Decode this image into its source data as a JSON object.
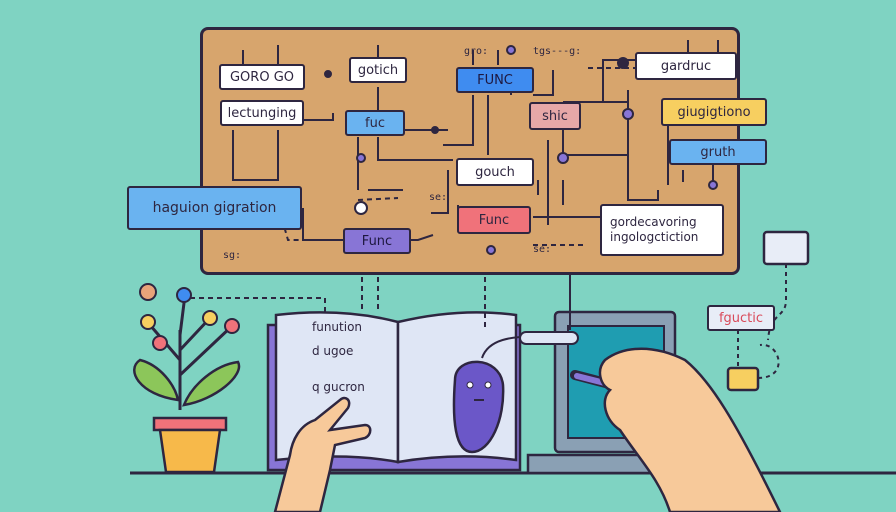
{
  "diagram": {
    "nodes": {
      "gorogo": "GORO GO",
      "gotich": "gotich",
      "func_top": "FUNC",
      "lectunging": "lectunging",
      "fuc": "fuc",
      "shic": "shic",
      "gardruc": "gardruc",
      "giugition": "giugigtiono",
      "gruth": "gruth",
      "gouch": "gouch",
      "hagurion": "haguion gigration",
      "func_mid": "Func",
      "func_left": "Func",
      "gordecaboring": "gordecavoring\ningologctiction"
    },
    "labels": {
      "gro": "gro:",
      "tgs": "tgs---g:",
      "se1": "se:",
      "se2": "se:",
      "sg": "sg:"
    }
  },
  "book": {
    "line1": "funution",
    "line2": "d ugoe",
    "line3": "q  gucron"
  },
  "side_tag": "fguctic",
  "colors": {
    "background": "#7fd3c2",
    "board": "#d7a56d",
    "outline": "#2e2640"
  }
}
